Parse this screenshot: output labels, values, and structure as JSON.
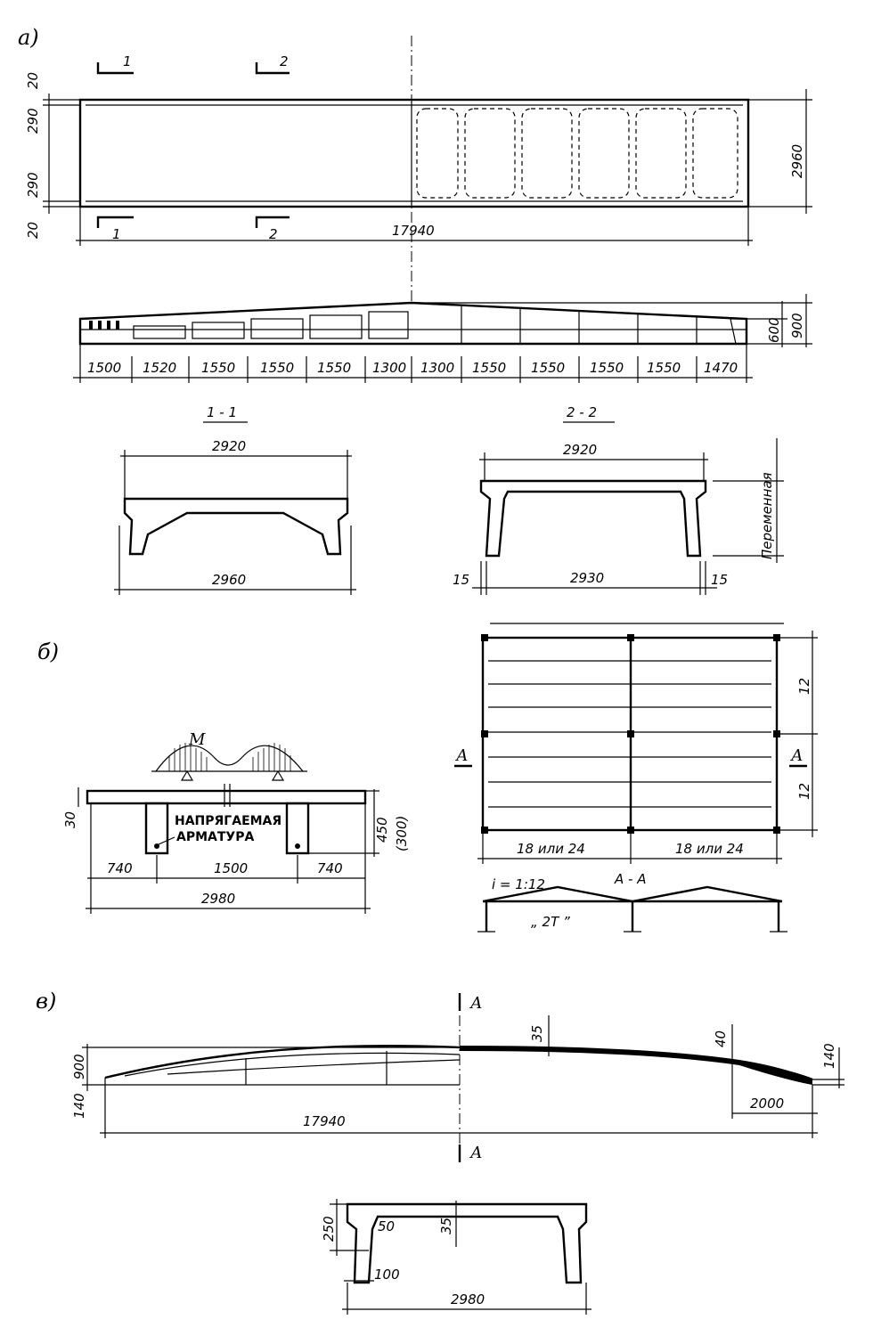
{
  "panels": {
    "a": "а)",
    "b": "б)",
    "v": "в)"
  },
  "panel_a": {
    "plan": {
      "section_marks": [
        "1",
        "2",
        "1",
        "2"
      ],
      "left_dims": [
        "20",
        "290",
        "290",
        "20"
      ],
      "length": "17940",
      "width": "2960"
    },
    "elevation": {
      "heights": [
        "600",
        "900"
      ],
      "spans": [
        "1500",
        "1520",
        "1550",
        "1550",
        "1550",
        "1300",
        "1300",
        "1550",
        "1550",
        "1550",
        "1550",
        "1470"
      ]
    },
    "section_1_1": {
      "title": "1 - 1",
      "top_width": "2920",
      "bottom_width": "2960"
    },
    "section_2_2": {
      "title": "2 - 2",
      "top_width": "2920",
      "side_label": "Переменная",
      "left_offset": "15",
      "bottom_width": "2930",
      "right_offset": "15"
    }
  },
  "panel_b": {
    "moment_label": "M",
    "tendon_label_1": "НАПРЯГАЕМАЯ",
    "tendon_label_2": "АРМАТУРА",
    "dims": {
      "top_left": "30",
      "height": "450",
      "height_alt": "(300)",
      "left": "740",
      "middle": "1500",
      "right": "740",
      "total": "2980"
    },
    "plan": {
      "section_mark_left": "А",
      "section_mark_right": "А",
      "bay_heights": [
        "12",
        "12"
      ],
      "spans": [
        "18 или 24",
        "18 или 24"
      ]
    },
    "section_aa": {
      "title": "А - А",
      "slope": "i = 1:12",
      "crane_label": "„ 2Т ”"
    }
  },
  "panel_v": {
    "section_mark_top": "А",
    "section_mark_bottom": "А",
    "dims": {
      "height": "900",
      "end_height": "140",
      "length": "17940",
      "thickness_mid": "35",
      "thickness_end": "40",
      "thickness_tip": "140",
      "tip_length": "2000"
    },
    "cross_section": {
      "rib_height": "250",
      "rib_top": "50",
      "shell": "35",
      "rib_bottom": "100",
      "width": "2980"
    }
  }
}
